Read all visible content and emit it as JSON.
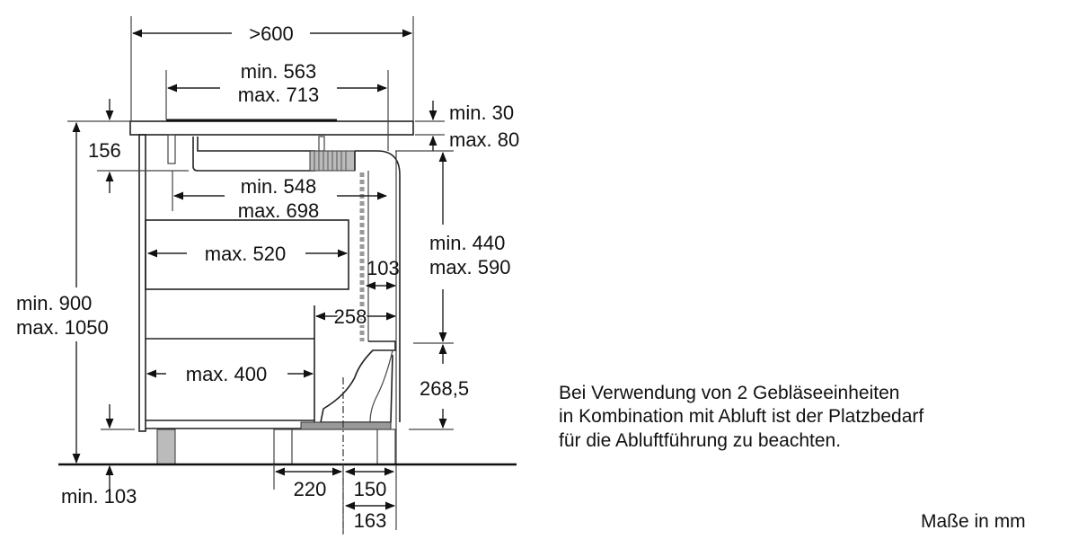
{
  "dimensions": {
    "width_total": ">600",
    "cutout_width": [
      "min. 563",
      "max. 713"
    ],
    "worktop_thickness": [
      "min. 30",
      "max. 80"
    ],
    "depth_156": "156",
    "inner_width": [
      "min. 548",
      "max. 698"
    ],
    "drawer_upper": "max. 520",
    "duct_gap": "103",
    "duct_depth": "258",
    "drawer_lower": "max. 400",
    "duct_height": [
      "min. 440",
      "max. 590"
    ],
    "elbow_height": "268,5",
    "total_height": [
      "min. 900",
      "max. 1050"
    ],
    "plinth_height": "min. 103",
    "plinth_220": "220",
    "plinth_150": "150",
    "plinth_163": "163"
  },
  "note": [
    "Bei Verwendung von 2 Gebläseeinheiten",
    "in Kombination mit Abluft ist der Platzbedarf",
    "für die Abluftführung zu beachten."
  ],
  "units_label": "Maße in mm"
}
